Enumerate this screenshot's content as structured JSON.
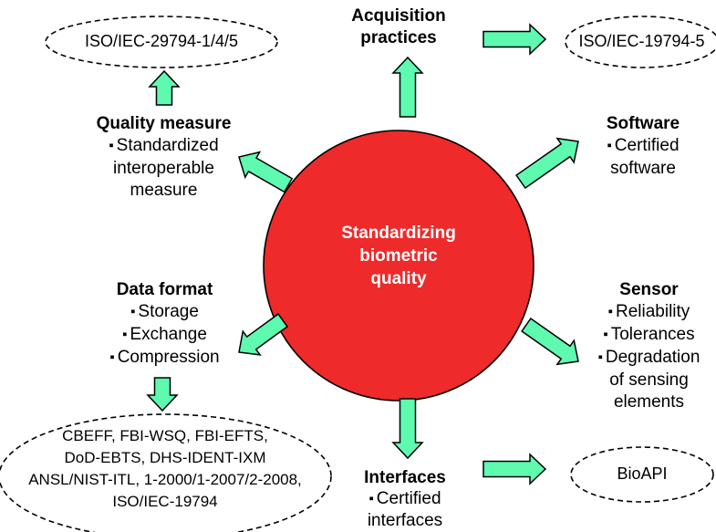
{
  "colors": {
    "circle_fill": "#ee2a2a",
    "arrow_fill": "#5dfab0",
    "stroke": "#000000",
    "center_text": "#ffffff"
  },
  "center": {
    "lines": [
      "Standardizing",
      "biometric",
      "quality"
    ]
  },
  "nodes": {
    "acquisition": {
      "title_lines": [
        "Acquisition",
        "practices"
      ],
      "bullets": []
    },
    "software": {
      "title_lines": [
        "Software"
      ],
      "bullets": [
        "Certified",
        "software"
      ]
    },
    "sensor": {
      "title_lines": [
        "Sensor"
      ],
      "bullets": [
        "Reliability",
        "Tolerances",
        "Degradation",
        "of sensing",
        "elements"
      ]
    },
    "interfaces": {
      "title_lines": [
        "Interfaces"
      ],
      "bullets": [
        "Certified",
        "interfaces"
      ]
    },
    "data_format": {
      "title_lines": [
        "Data format"
      ],
      "bullets": [
        "Storage",
        "Exchange",
        "Compression"
      ]
    },
    "quality_measure": {
      "title_lines": [
        "Quality measure"
      ],
      "bullets": [
        "Standardized",
        "interoperable",
        "measure"
      ]
    }
  },
  "standards": {
    "quality": {
      "lines": [
        "ISO/IEC-29794-1/4/5"
      ]
    },
    "acquisition": {
      "lines": [
        "ISO/IEC-19794-5"
      ]
    },
    "interfaces": {
      "lines": [
        "BioAPI"
      ]
    },
    "data_format": {
      "lines": [
        "CBEFF, FBI-WSQ, FBI-EFTS,",
        "DoD-EBTS, DHS-IDENT-IXM",
        "ANSL/NIST-ITL, 1-2000/1-2007/2-2008,",
        "ISO/IEC-19794"
      ]
    }
  }
}
